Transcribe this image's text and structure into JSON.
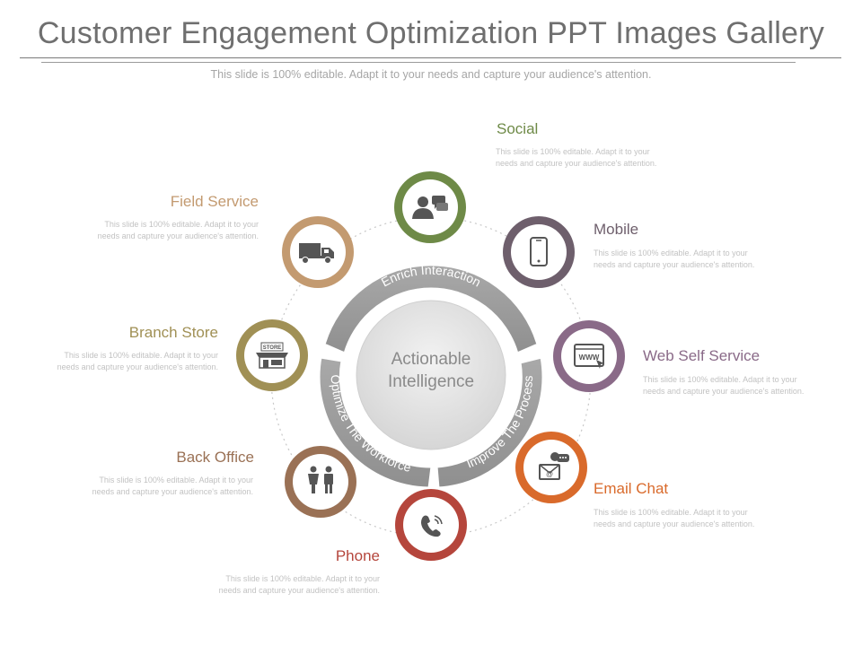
{
  "header": {
    "title": "Customer Engagement Optimization PPT Images Gallery",
    "subtitle": "This slide is 100% editable. Adapt it to your needs and capture your audience's attention."
  },
  "center": {
    "line1": "Actionable",
    "line2": "Intelligence"
  },
  "arcs": {
    "top": "Enrich Interaction",
    "left": "Optimize The Workforce",
    "right": "Improve The Process"
  },
  "channels": {
    "social": {
      "label": "Social",
      "desc": "This slide is 100% editable. Adapt it to your needs and capture your audience's attention.",
      "color": "#6e8a47",
      "icon": "person-chat-icon"
    },
    "mobile": {
      "label": "Mobile",
      "desc": "This slide is 100% editable. Adapt it to your needs and capture your audience's attention.",
      "color": "#6e5f6c",
      "icon": "mobile-phone-icon"
    },
    "web": {
      "label": "Web Self Service",
      "desc": "This slide is 100% editable. Adapt it to your needs and capture your audience's attention.",
      "color": "#8a6a88",
      "icon": "web-browser-icon",
      "icon_text": "WWW"
    },
    "email": {
      "label": "Email Chat",
      "desc": "This slide is 100% editable. Adapt it to your needs and capture your audience's attention.",
      "color": "#d96a2b",
      "icon": "email-chat-icon"
    },
    "phone": {
      "label": "Phone",
      "desc": "This slide is 100% editable. Adapt it to your needs and capture your audience's attention.",
      "color": "#b5463c",
      "icon": "phone-icon"
    },
    "back_office": {
      "label": "Back Office",
      "desc": "This slide is 100% editable. Adapt it to your needs and capture your audience's attention.",
      "color": "#9a7155",
      "icon": "people-icon"
    },
    "branch": {
      "label": "Branch Store",
      "desc": "This slide is 100% editable. Adapt it to your needs and capture your audience's attention.",
      "color": "#a09055",
      "icon": "store-icon",
      "icon_text": "STORE"
    },
    "field": {
      "label": "Field Service",
      "desc": "This slide is 100% editable. Adapt it to your needs and capture your audience's attention.",
      "color": "#c39a70",
      "icon": "truck-icon"
    }
  }
}
